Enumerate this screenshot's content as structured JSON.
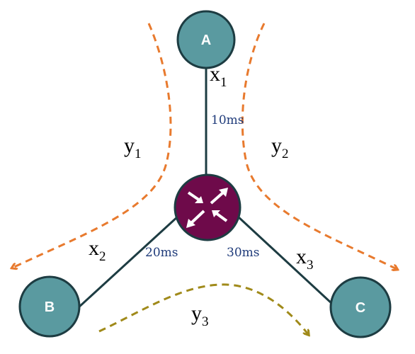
{
  "nodes": {
    "A": {
      "label": "A"
    },
    "B": {
      "label": "B"
    },
    "C": {
      "label": "C"
    }
  },
  "router": {
    "icon": "router-arrows-icon"
  },
  "links": {
    "x1": {
      "var": "x",
      "sub": "1",
      "delay": "10ms"
    },
    "x2": {
      "var": "x",
      "sub": "2",
      "delay": "20ms"
    },
    "x3": {
      "var": "x",
      "sub": "3",
      "delay": "30ms"
    }
  },
  "flows": {
    "y1": {
      "var": "y",
      "sub": "1"
    },
    "y2": {
      "var": "y",
      "sub": "2"
    },
    "y3": {
      "var": "y",
      "sub": "3"
    }
  },
  "colors": {
    "node_fill": "#5a9aa0",
    "node_stroke": "#1d3c42",
    "router_fill": "#6e0a4a",
    "link": "#1d3c42",
    "flow_orange": "#e87a2e",
    "flow_olive": "#a08a1a",
    "delay_text": "#1f3b7a"
  }
}
